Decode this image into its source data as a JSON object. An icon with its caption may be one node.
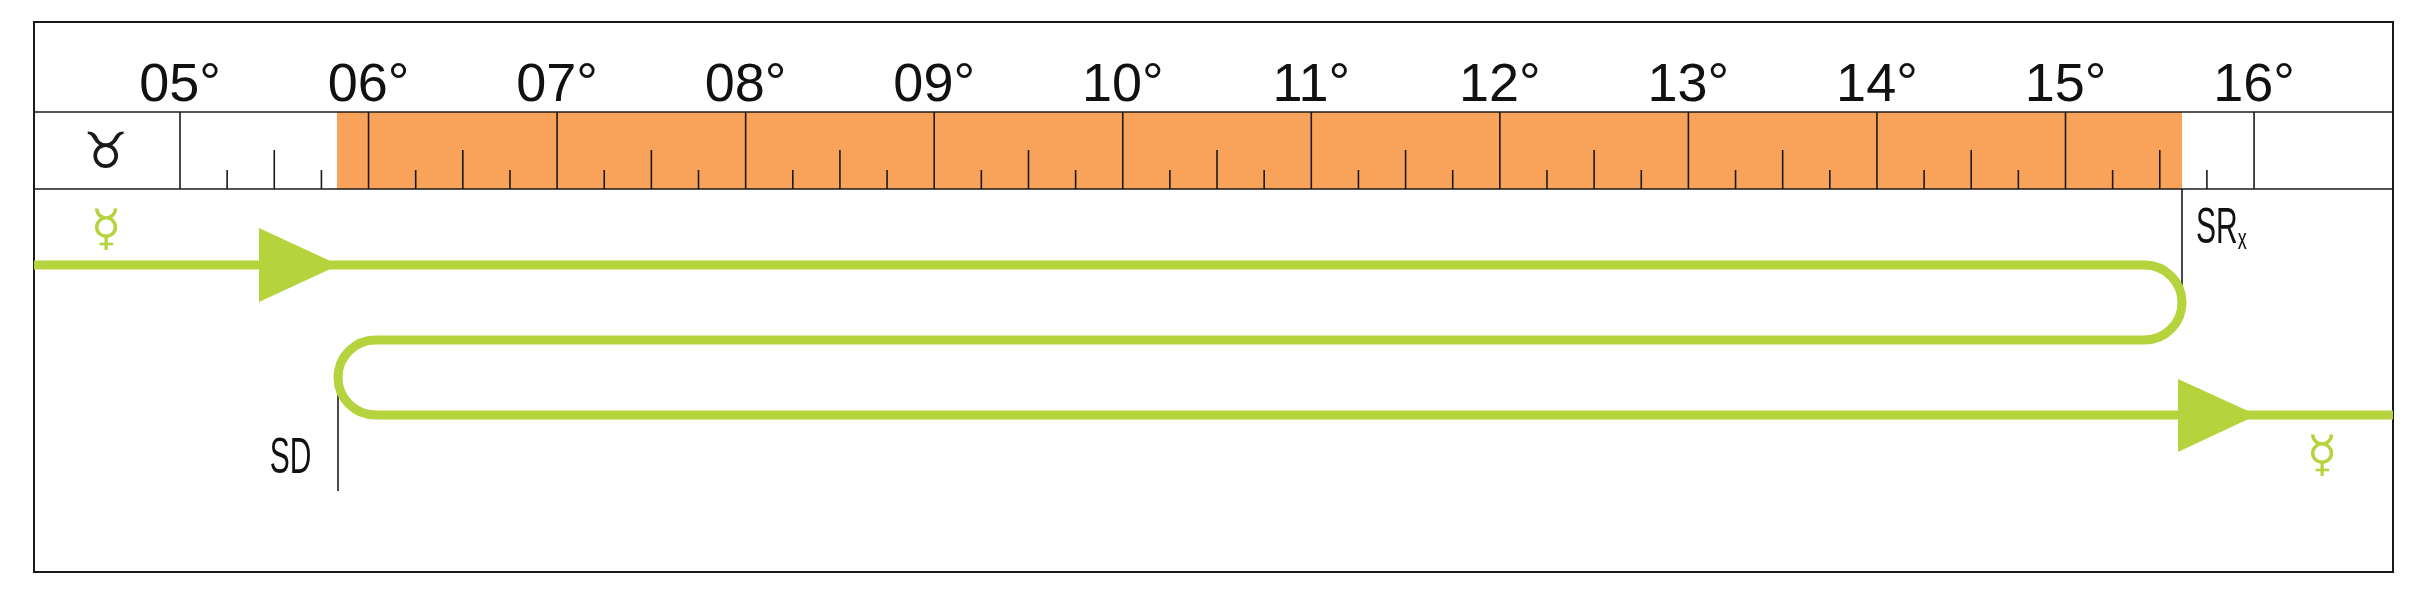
{
  "diagram": {
    "labels": [
      "05°",
      "06°",
      "07°",
      "08°",
      "09°",
      "10°",
      "11°",
      "12°",
      "13°",
      "14°",
      "15°",
      "16°",
      "♉",
      "☿",
      "SR$_{x}$",
      "SD",
      "☿"
    ]
  }
}
